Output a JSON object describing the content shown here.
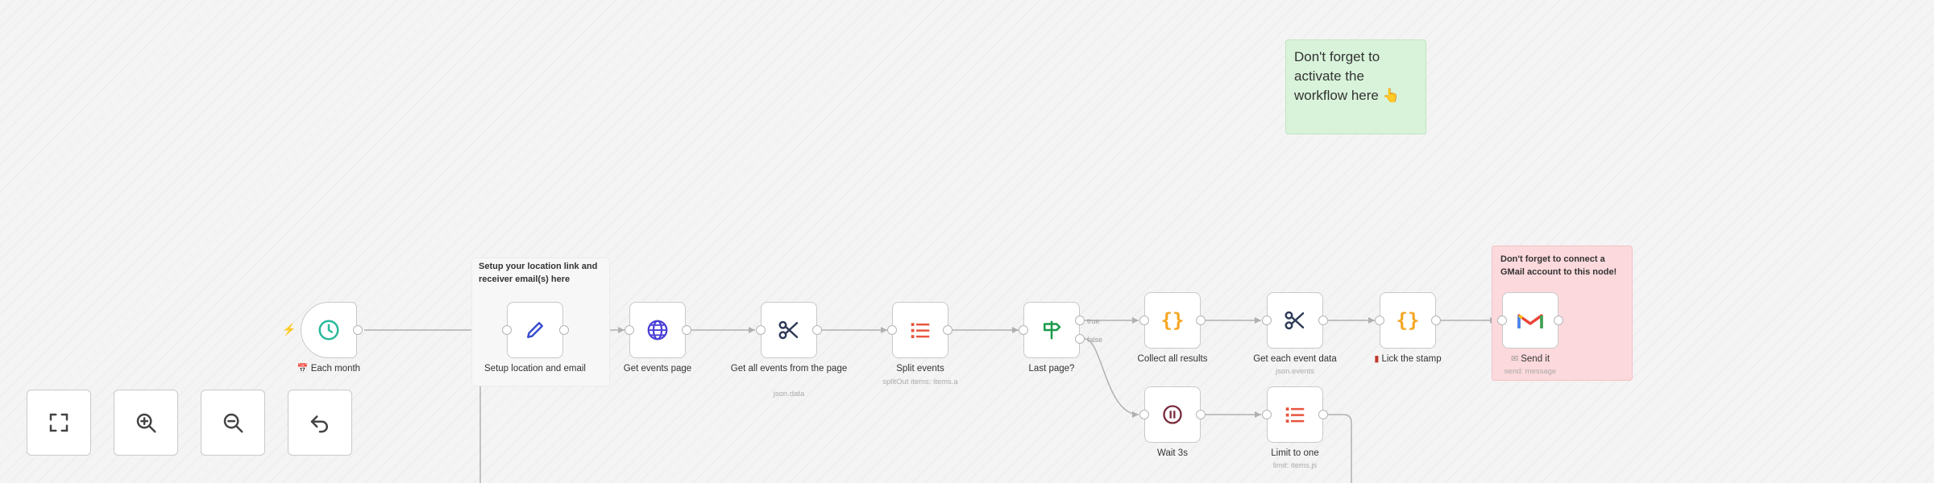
{
  "sticky_notes": {
    "activate": "Don't forget to activate the workflow here 👆",
    "gmail": "Don't forget to connect a GMail account to this node!",
    "setup": "Setup your location link and receiver email(s) here"
  },
  "nodes": {
    "each_month": {
      "label": "Each month",
      "icon": "clock-icon"
    },
    "setup": {
      "label": "Setup location and email",
      "icon": "pencil-icon"
    },
    "get_page": {
      "label": "Get events page",
      "icon": "globe-icon"
    },
    "get_all": {
      "label": "Get all events from the page",
      "sub": "json.data",
      "icon": "scissors-icon"
    },
    "split": {
      "label": "Split events",
      "sub": "splitOut items: items.a",
      "icon": "list-icon"
    },
    "last_page": {
      "label": "Last page?",
      "icon": "signpost-icon",
      "true_label": "true",
      "false_label": "false"
    },
    "collect": {
      "label": "Collect all results",
      "icon": "code-braces-icon"
    },
    "each_event": {
      "label": "Get each event data",
      "sub": "json.events",
      "icon": "scissors-icon"
    },
    "stamp": {
      "label": "Lick the stamp",
      "icon": "code-braces-icon"
    },
    "send": {
      "label": "Send it",
      "sub": "send: message",
      "icon": "gmail-icon"
    },
    "wait": {
      "label": "Wait 3s",
      "icon": "pause-icon"
    },
    "limit": {
      "label": "Limit to one",
      "sub": "limit: items.js",
      "icon": "list-icon"
    }
  },
  "controls": [
    "fit-view",
    "zoom-in",
    "zoom-out",
    "reset-view"
  ],
  "colors": {
    "trigger_clock": "#28b99a",
    "pencil": "#3c4ecf",
    "globe": "#4a3fd6",
    "scissors": "#2e3a57",
    "list": "#e8553e",
    "signpost": "#1a9a4a",
    "braces": "#f5a623",
    "pause": "#7a2a3c",
    "gmail_red": "#ea4335",
    "edge": "#a9a9a9",
    "accent": "#ff6d5a"
  }
}
